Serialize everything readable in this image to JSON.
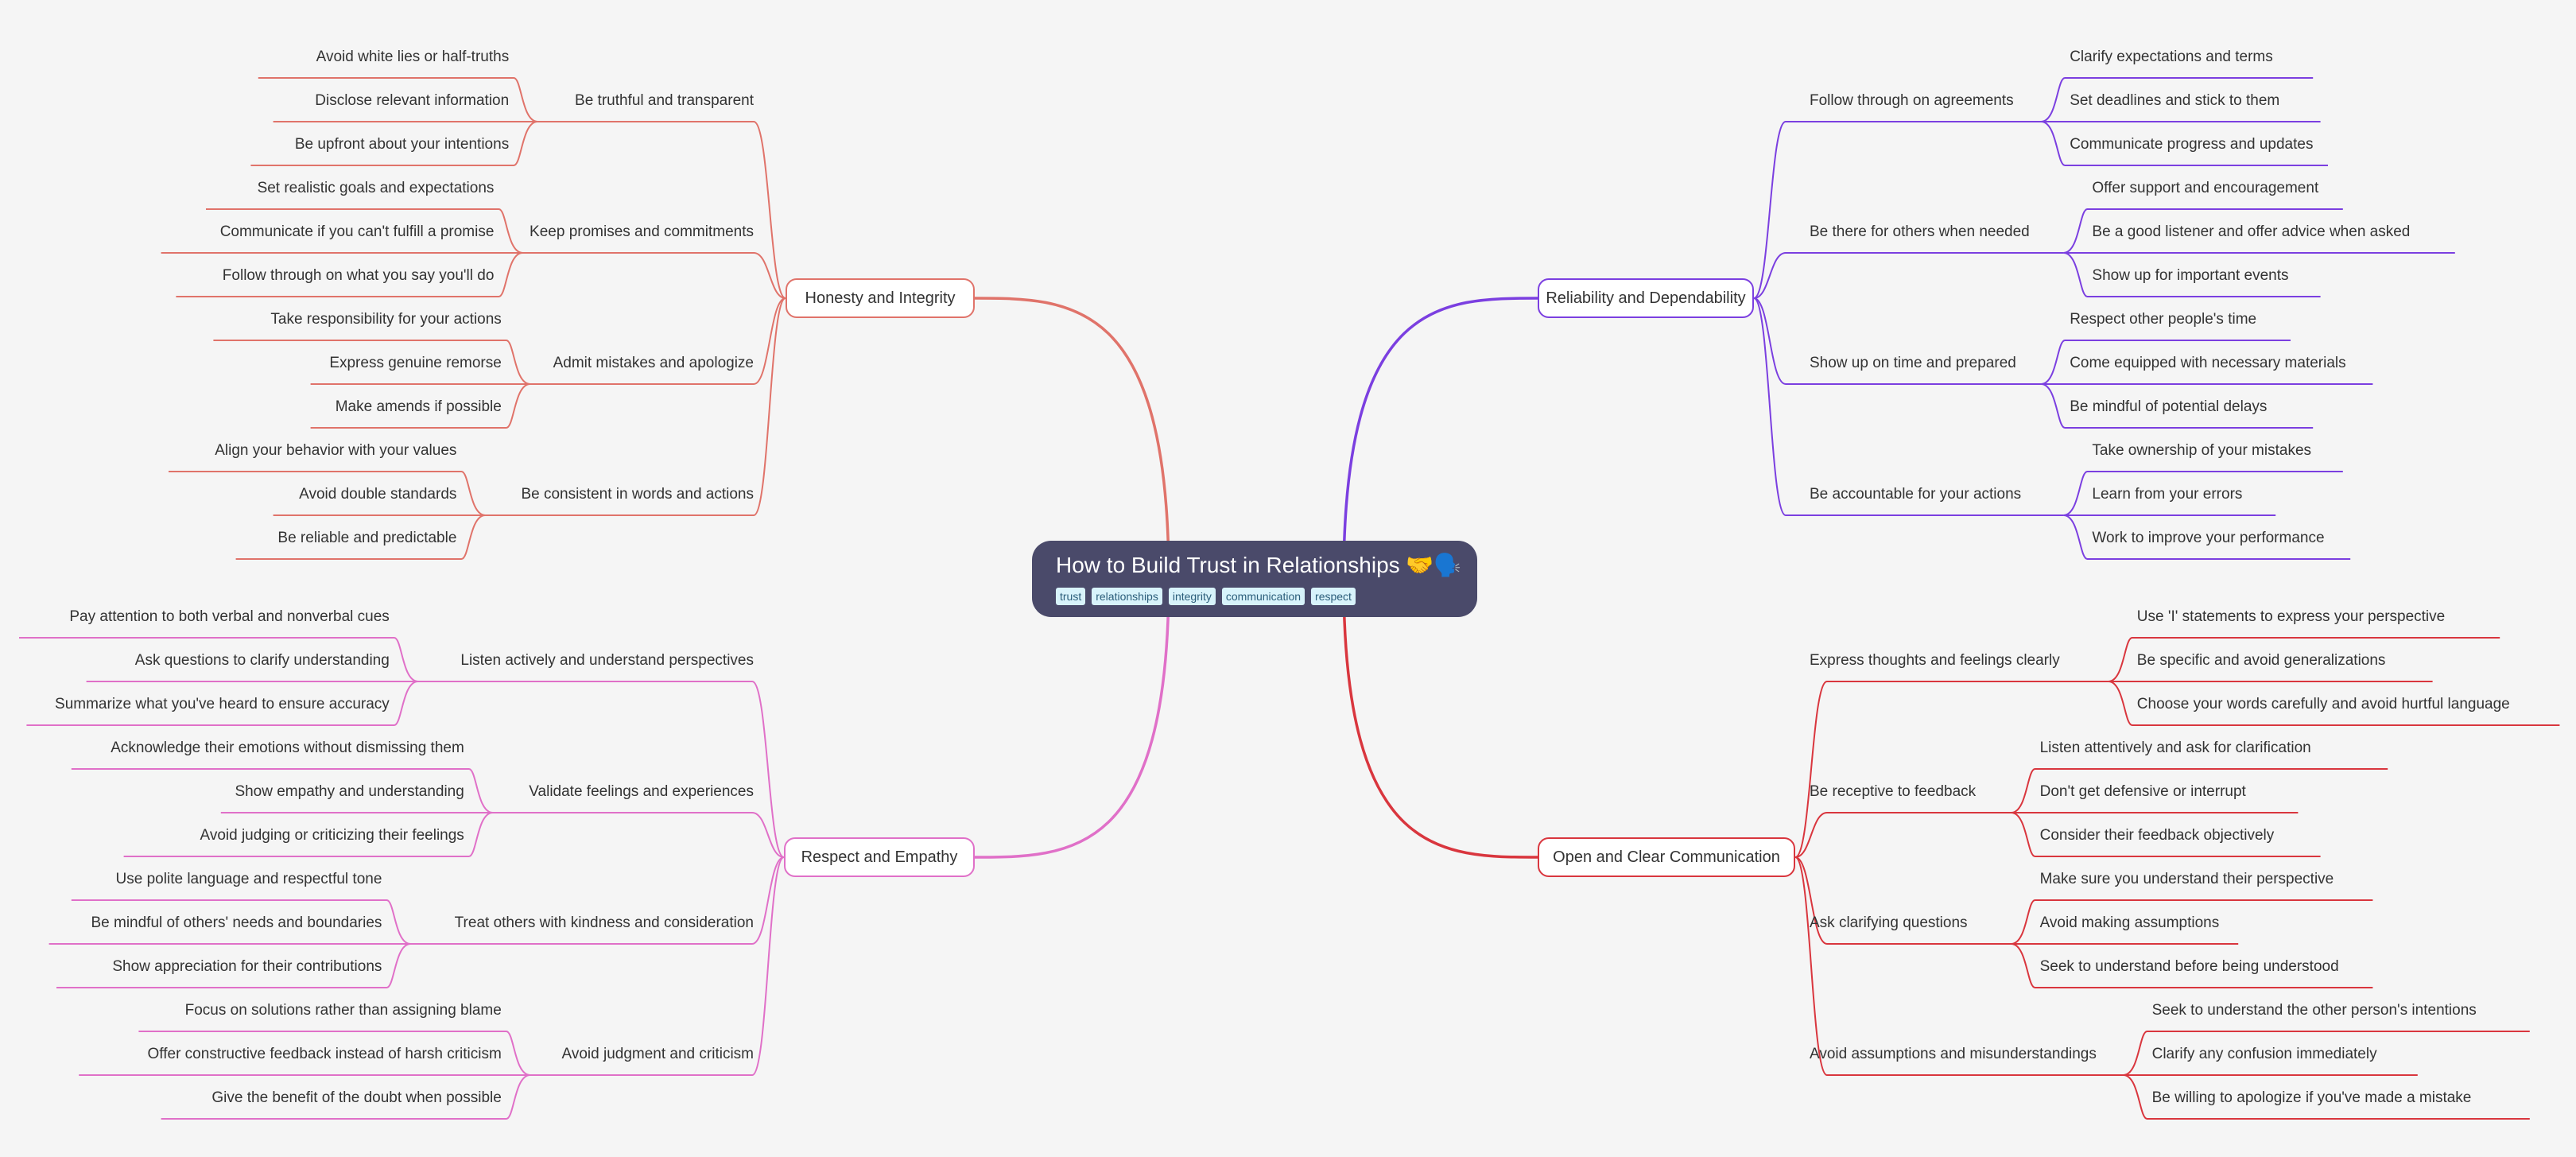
{
  "root": {
    "title": "How to Build Trust in Relationships 🤝🗣️",
    "tags": [
      "trust",
      "relationships",
      "integrity",
      "communication",
      "respect"
    ]
  },
  "branches": [
    {
      "label": "Honesty and Integrity",
      "color": "#e0736a",
      "side": "left",
      "children": [
        {
          "label": "Be truthful and transparent",
          "children": [
            "Avoid white lies or half-truths",
            "Disclose relevant information",
            "Be upfront about your intentions"
          ]
        },
        {
          "label": "Keep promises and commitments",
          "children": [
            "Set realistic goals and expectations",
            "Communicate if you can't fulfill a promise",
            "Follow through on what you say you'll do"
          ]
        },
        {
          "label": "Admit mistakes and apologize",
          "children": [
            "Take responsibility for your actions",
            "Express genuine remorse",
            "Make amends if possible"
          ]
        },
        {
          "label": "Be consistent in words and actions",
          "children": [
            "Align your behavior with your values",
            "Avoid double standards",
            "Be reliable and predictable"
          ]
        }
      ]
    },
    {
      "label": "Respect and Empathy",
      "color": "#e070c8",
      "side": "left",
      "children": [
        {
          "label": "Listen actively and understand perspectives",
          "children": [
            "Pay attention to both verbal and nonverbal cues",
            "Ask questions to clarify understanding",
            "Summarize what you've heard to ensure accuracy"
          ]
        },
        {
          "label": "Validate feelings and experiences",
          "children": [
            "Acknowledge their emotions without dismissing them",
            "Show empathy and understanding",
            "Avoid judging or criticizing their feelings"
          ]
        },
        {
          "label": "Treat others with kindness and consideration",
          "children": [
            "Use polite language and respectful tone",
            "Be mindful of others' needs and boundaries",
            "Show appreciation for their contributions"
          ]
        },
        {
          "label": "Avoid judgment and criticism",
          "children": [
            "Focus on solutions rather than assigning blame",
            "Offer constructive feedback instead of harsh criticism",
            "Give the benefit of the doubt when possible"
          ]
        }
      ]
    },
    {
      "label": "Reliability and Dependability",
      "color": "#7b3fe0",
      "side": "right",
      "children": [
        {
          "label": "Follow through on agreements",
          "children": [
            "Clarify expectations and terms",
            "Set deadlines and stick to them",
            "Communicate progress and updates"
          ]
        },
        {
          "label": "Be there for others when needed",
          "children": [
            "Offer support and encouragement",
            "Be a good listener and offer advice when asked",
            "Show up for important events"
          ]
        },
        {
          "label": "Show up on time and prepared",
          "children": [
            "Respect other people's time",
            "Come equipped with necessary materials",
            "Be mindful of potential delays"
          ]
        },
        {
          "label": "Be accountable for your actions",
          "children": [
            "Take ownership of your mistakes",
            "Learn from your errors",
            "Work to improve your performance"
          ]
        }
      ]
    },
    {
      "label": "Open and Clear Communication",
      "color": "#d9363e",
      "side": "right",
      "children": [
        {
          "label": "Express thoughts and feelings clearly",
          "children": [
            "Use 'I' statements to express your perspective",
            "Be specific and avoid generalizations",
            "Choose your words carefully and avoid hurtful language"
          ]
        },
        {
          "label": "Be receptive to feedback",
          "children": [
            "Listen attentively and ask for clarification",
            "Don't get defensive or interrupt",
            "Consider their feedback objectively"
          ]
        },
        {
          "label": "Ask clarifying questions",
          "children": [
            "Make sure you understand their perspective",
            "Avoid making assumptions",
            "Seek to understand before being understood"
          ]
        },
        {
          "label": "Avoid assumptions and misunderstandings",
          "children": [
            "Seek to understand the other person's intentions",
            "Clarify any confusion immediately",
            "Be willing to apologize if you've made a mistake"
          ]
        }
      ]
    }
  ]
}
